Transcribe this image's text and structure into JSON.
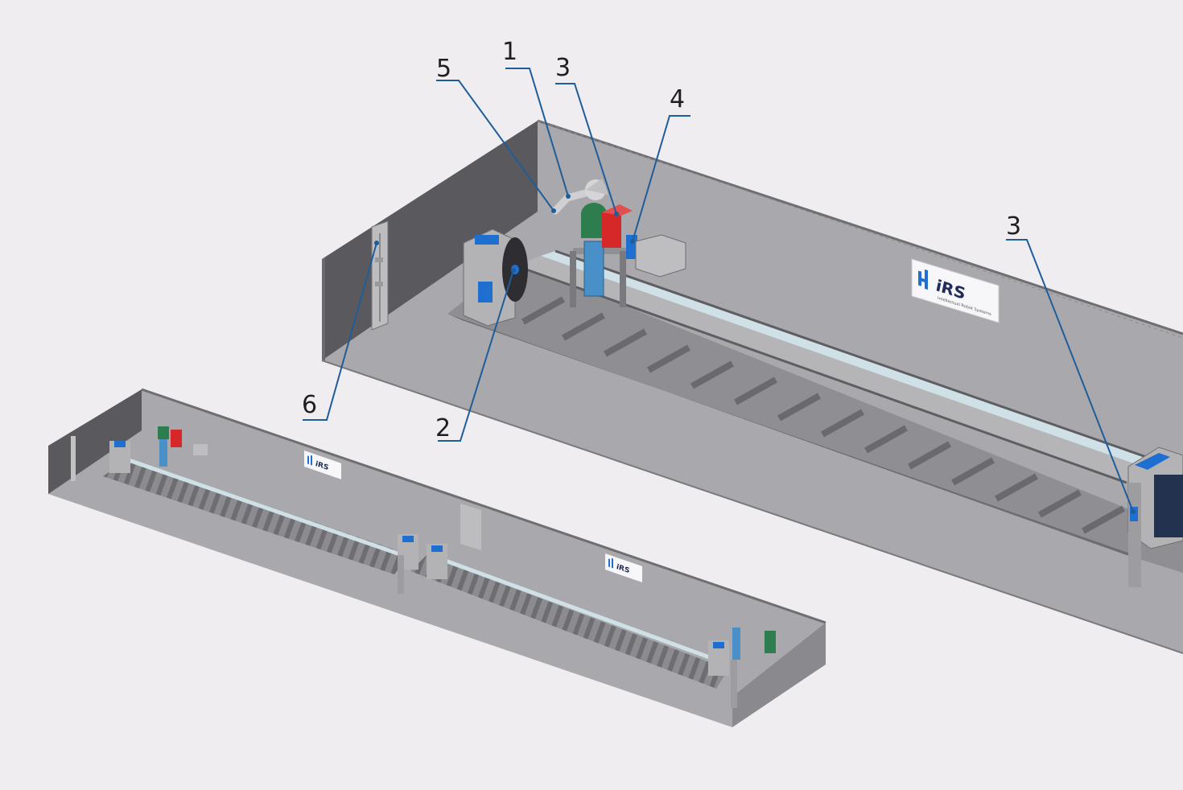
{
  "brand": {
    "logo_text": "iRS",
    "logo_subtitle": "Intellectual Robot Systems",
    "accent_color": "#1f6fd0",
    "line_color": "#1e5d9a",
    "torch_red": "#d62828",
    "gas_green": "#2e7d4f"
  },
  "callouts": [
    {
      "id": "c1",
      "label": "1"
    },
    {
      "id": "c2",
      "label": "2"
    },
    {
      "id": "c3a",
      "label": "3"
    },
    {
      "id": "c3b",
      "label": "3"
    },
    {
      "id": "c4",
      "label": "4"
    },
    {
      "id": "c5",
      "label": "5"
    },
    {
      "id": "c6",
      "label": "6"
    }
  ]
}
